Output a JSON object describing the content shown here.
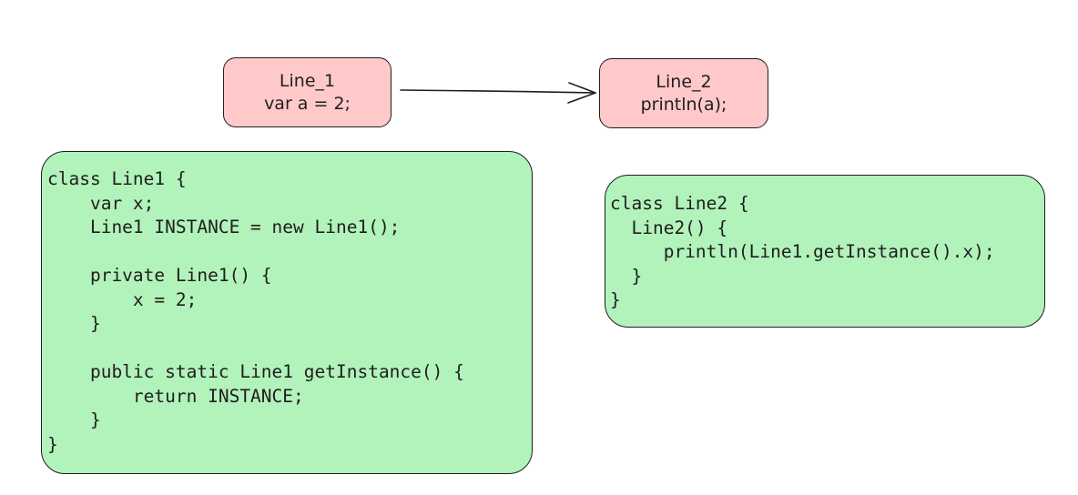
{
  "nodes": [
    {
      "name": "Line_1",
      "code": "var a = 2;"
    },
    {
      "name": "Line_2",
      "code": "println(a);"
    }
  ],
  "code_blocks": [
    {
      "lines": [
        "class Line1 {",
        "    var x;",
        "    Line1 INSTANCE = new Line1();",
        "",
        "    private Line1() {",
        "        x = 2;",
        "    }",
        "",
        "    public static Line1 getInstance() {",
        "        return INSTANCE;",
        "    }",
        "}"
      ]
    },
    {
      "lines": [
        "class Line2 {",
        "  Line2() {",
        "     println(Line1.getInstance().x);",
        "  }",
        "}"
      ]
    }
  ],
  "colors": {
    "node_fill": "#ffc9c9",
    "code_fill": "#b2f2bb",
    "stroke": "#1e1e1e"
  }
}
